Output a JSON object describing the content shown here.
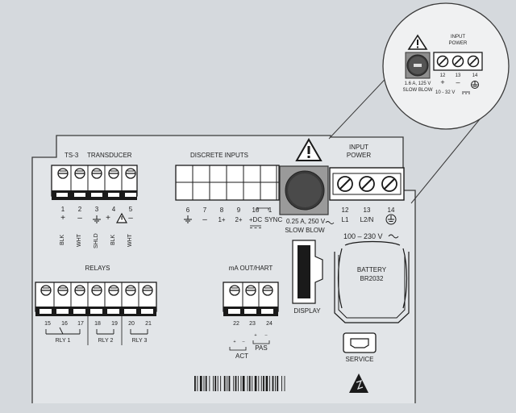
{
  "zoom": {
    "fuse_rating": "1.6 A, 125 V",
    "fuse_type": "SLOW BLOW",
    "title_line1": "INPUT",
    "title_line2": "POWER",
    "term_nums": [
      "12",
      "13",
      "14"
    ],
    "term_syms": [
      "+",
      "–"
    ],
    "voltage": "10 - 32 V"
  },
  "transducer": {
    "title_a": "TS-3",
    "title_b": "TRANSDUCER",
    "nums": [
      "1",
      "2",
      "3",
      "4",
      "5"
    ],
    "syms": [
      "+",
      "–",
      "",
      "+",
      "–"
    ],
    "colors": [
      "BLK",
      "WHT",
      "SHLD",
      "BLK",
      "WHT"
    ]
  },
  "discrete": {
    "title": "DISCRETE INPUTS",
    "nums": [
      "6",
      "7",
      "8",
      "9",
      "10",
      "1"
    ],
    "syms": [
      "–",
      "1+",
      "2+",
      "+DC"
    ],
    "sync": "SYNC"
  },
  "power": {
    "title_line1": "INPUT",
    "title_line2": "POWER",
    "fuse_rating": "0.25 A, 250 V",
    "fuse_type": "SLOW BLOW",
    "nums": [
      "12",
      "13",
      "14"
    ],
    "labels": [
      "L1",
      "L2/N"
    ],
    "voltage": "100 – 230 V"
  },
  "relays": {
    "title": "RELAYS",
    "nums": [
      "15",
      "16",
      "17",
      "18",
      "19",
      "20",
      "21"
    ],
    "rly": [
      "RLY 1",
      "RLY 2",
      "RLY 3"
    ]
  },
  "ma": {
    "title": "mA OUT/HART",
    "nums": [
      "22",
      "23",
      "24"
    ],
    "act": "ACT",
    "pas": "PAS",
    "pm": [
      "+",
      "–",
      "+",
      "–"
    ]
  },
  "display": "DISPLAY",
  "battery": {
    "line1": "BATTERY",
    "line2": "BR2032"
  },
  "service": "SERVICE",
  "icons": [
    "warning-triangle-icon",
    "ground-icon",
    "esd-icon",
    "usb-icon",
    "fuse-icon",
    "screw-terminal-icon"
  ]
}
